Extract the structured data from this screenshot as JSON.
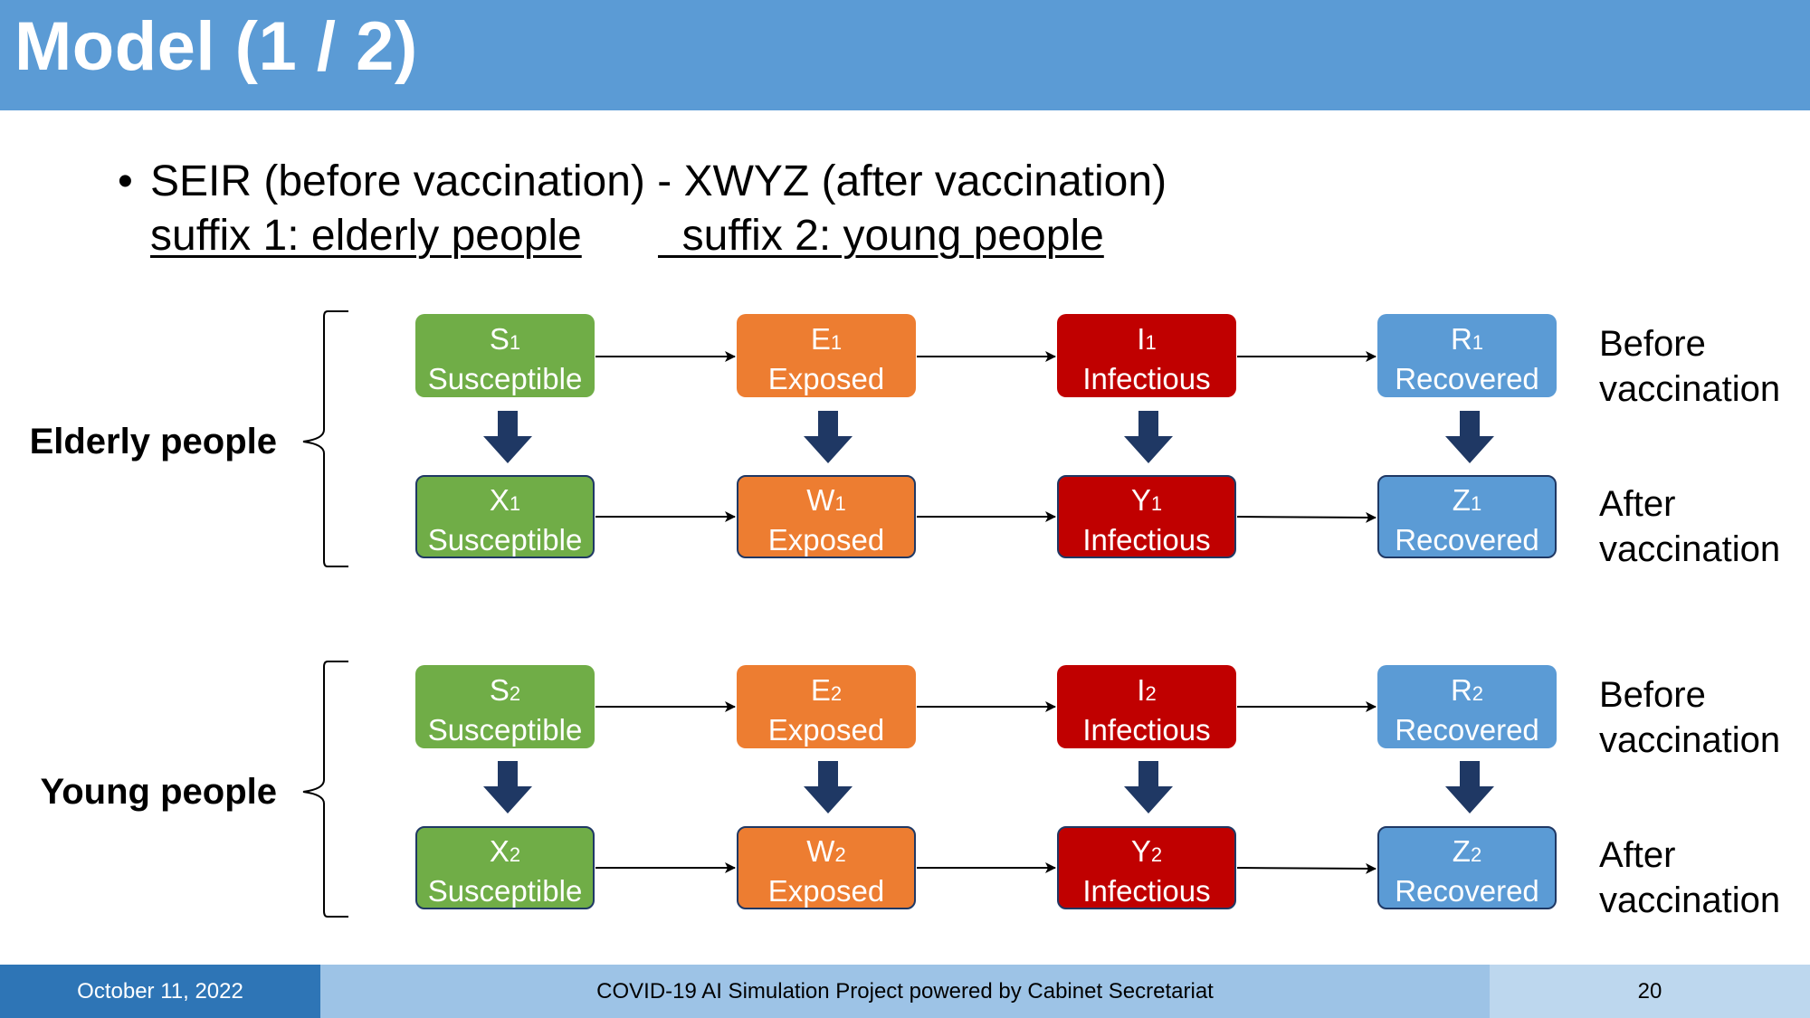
{
  "header": {
    "title": "Model (1 / 2)"
  },
  "bullet": {
    "text": "SEIR (before vaccination) - XWYZ (after vaccination)",
    "suffix1": "suffix 1: elderly people",
    "suffix2": "  suffix 2: young people"
  },
  "groups": [
    {
      "label": "Elderly people",
      "before_label": [
        "Before",
        "vaccination"
      ],
      "after_label": [
        "After",
        "vaccination"
      ],
      "before": [
        {
          "letter": "S",
          "sub": "1",
          "name": "Susceptible",
          "color": "#70ad47"
        },
        {
          "letter": "E",
          "sub": "1",
          "name": "Exposed",
          "color": "#ed7d31"
        },
        {
          "letter": "I",
          "sub": "1",
          "name": "Infectious",
          "color": "#c00000"
        },
        {
          "letter": "R",
          "sub": "1",
          "name": "Recovered",
          "color": "#5b9bd5"
        }
      ],
      "after": [
        {
          "letter": "X",
          "sub": "1",
          "name": "Susceptible",
          "color": "#70ad47"
        },
        {
          "letter": "W",
          "sub": "1",
          "name": "Exposed",
          "color": "#ed7d31"
        },
        {
          "letter": "Y",
          "sub": "1",
          "name": "Infectious",
          "color": "#c00000"
        },
        {
          "letter": "Z",
          "sub": "1",
          "name": "Recovered",
          "color": "#5b9bd5"
        }
      ]
    },
    {
      "label": "Young people",
      "before_label": [
        "Before",
        "vaccination"
      ],
      "after_label": [
        "After",
        "vaccination"
      ],
      "before": [
        {
          "letter": "S",
          "sub": "2",
          "name": "Susceptible",
          "color": "#70ad47"
        },
        {
          "letter": "E",
          "sub": "2",
          "name": "Exposed",
          "color": "#ed7d31"
        },
        {
          "letter": "I",
          "sub": "2",
          "name": "Infectious",
          "color": "#c00000"
        },
        {
          "letter": "R",
          "sub": "2",
          "name": "Recovered",
          "color": "#5b9bd5"
        }
      ],
      "after": [
        {
          "letter": "X",
          "sub": "2",
          "name": "Susceptible",
          "color": "#70ad47"
        },
        {
          "letter": "W",
          "sub": "2",
          "name": "Exposed",
          "color": "#ed7d31"
        },
        {
          "letter": "Y",
          "sub": "2",
          "name": "Infectious",
          "color": "#c00000"
        },
        {
          "letter": "Z",
          "sub": "2",
          "name": "Recovered",
          "color": "#5b9bd5"
        }
      ]
    }
  ],
  "footer": {
    "date": "October 11, 2022",
    "project": "COVID-19 AI Simulation Project powered by Cabinet Secretariat",
    "page": "20"
  },
  "colors": {
    "header": "#5b9bd5",
    "down_arrow": "#1f3864",
    "footer_left": "#2e75b6",
    "footer_mid": "#9dc3e6",
    "footer_right": "#bdd7ee"
  }
}
